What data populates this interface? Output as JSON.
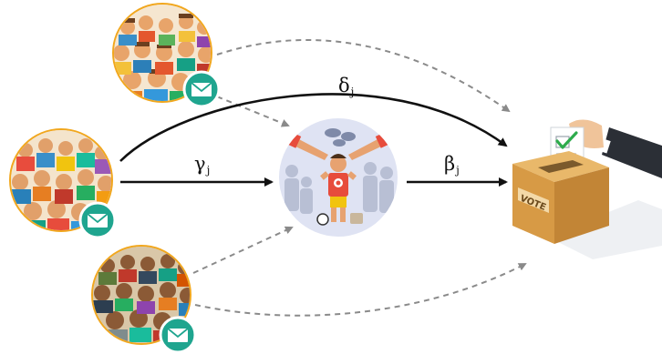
{
  "labels": {
    "delta": "δ",
    "gamma": "γ",
    "beta": "β",
    "subscript": "j"
  },
  "ballot_box": {
    "text": "VOTE"
  },
  "colors": {
    "crowd_ring": "#f1a71e",
    "envelope_badge": "#1fa58f",
    "arrow_solid": "#111111",
    "arrow_dashed": "#8a8a8a",
    "ballot_box": "#d9a04d",
    "influence_circle": "#dfe3f3"
  },
  "icons": [
    "crowd-group-icon",
    "envelope-icon",
    "pressured-person-icon",
    "ballot-box-icon",
    "checkmark-icon",
    "hand-icon"
  ]
}
